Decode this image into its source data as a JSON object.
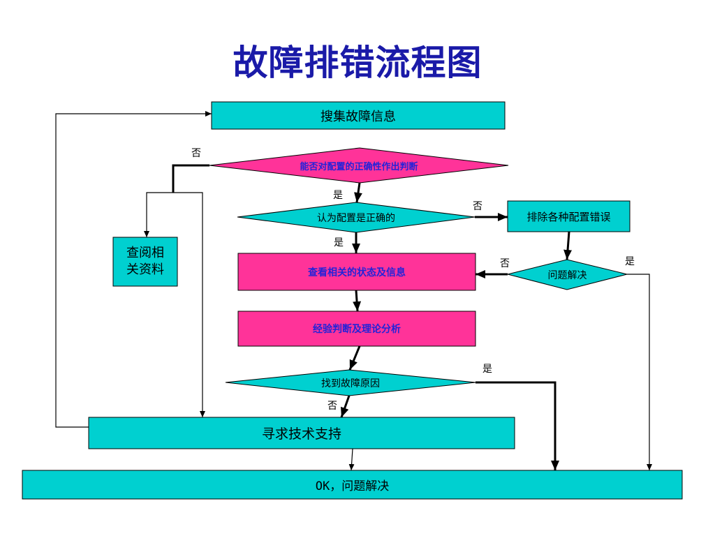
{
  "title": "故障排错流程图",
  "colors": {
    "title": "#1a1aa8",
    "process_fill": "#00d0d0",
    "highlight_fill": "#ff3399",
    "highlight_text": "#2323d8",
    "line": "#000000"
  },
  "nodes": {
    "collect_info": "搜集故障信息",
    "can_judge_config": "能否对配置的正确性作出判断",
    "config_correct": "认为配置是正确的",
    "fix_config_errors": "排除各种配置错误",
    "consult_materials": [
      "查阅相",
      "关资料"
    ],
    "check_status": "查看相关的状态及信息",
    "problem_solved_check": "问题解决",
    "experience_analysis": "经验判断及理论分析",
    "found_cause": "找到故障原因",
    "seek_support": "寻求技术支持",
    "ok_solved": "OK，问题解决"
  },
  "edge_labels": {
    "judge_no": "否",
    "judge_yes": "是",
    "correct_no": "否",
    "correct_yes": "是",
    "solved_no": "否",
    "solved_yes": "是",
    "found_yes": "是",
    "found_no": "否"
  }
}
